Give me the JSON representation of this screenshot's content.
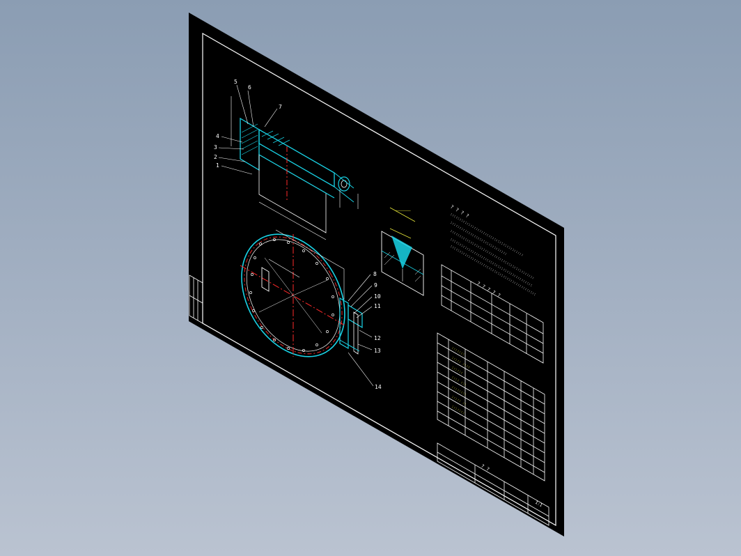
{
  "drawing": {
    "background_color": "#8b9db3",
    "sheet_color": "#000000",
    "line_colors": {
      "outline": "#19d3e6",
      "centerline": "#ff2a2a",
      "text": "#ffffff",
      "annotation": "#e8e83a"
    }
  },
  "callouts": {
    "top": [
      "5",
      "6",
      "7",
      "4",
      "3",
      "2",
      "1"
    ],
    "plan": [
      "8",
      "9",
      "10",
      "11",
      "12",
      "13",
      "14"
    ]
  },
  "notes_heading": "? ? ? ?",
  "table_heading": "? ? ? ? ?",
  "scale_text": "1:1",
  "title_block_text": "? ?"
}
